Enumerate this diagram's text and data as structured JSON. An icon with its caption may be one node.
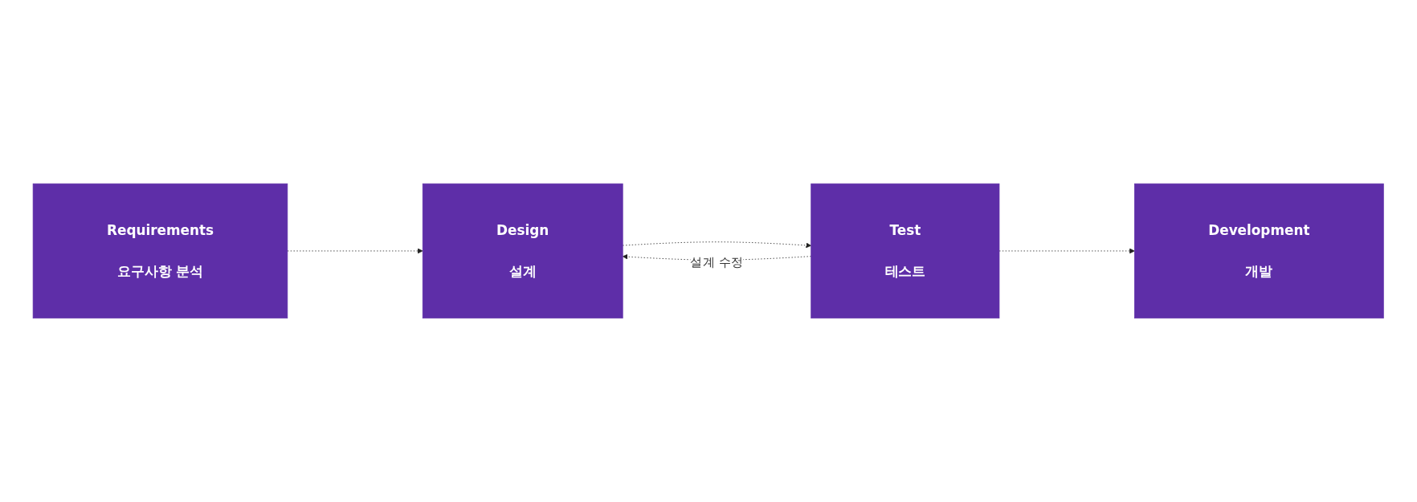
{
  "diagram": {
    "nodes": [
      {
        "text": [
          "Requirements",
          "요구사항 분석"
        ]
      },
      {
        "text": [
          "Design",
          "설계"
        ]
      },
      {
        "text": [
          "Test",
          "테스트"
        ]
      },
      {
        "text": [
          "Development",
          "개발"
        ]
      }
    ],
    "edges": [
      {
        "from": 0,
        "to": 1,
        "arrow": "to",
        "style": "dashed"
      },
      {
        "from": 1,
        "to": 2,
        "arrow": "to",
        "style": "dashed"
      },
      {
        "from": 2,
        "to": 3,
        "arrow": "to",
        "style": "dashed"
      },
      {
        "from": 2,
        "to": 1,
        "arrow": "to",
        "style": "dashed",
        "label": "설계 수정"
      }
    ]
  }
}
